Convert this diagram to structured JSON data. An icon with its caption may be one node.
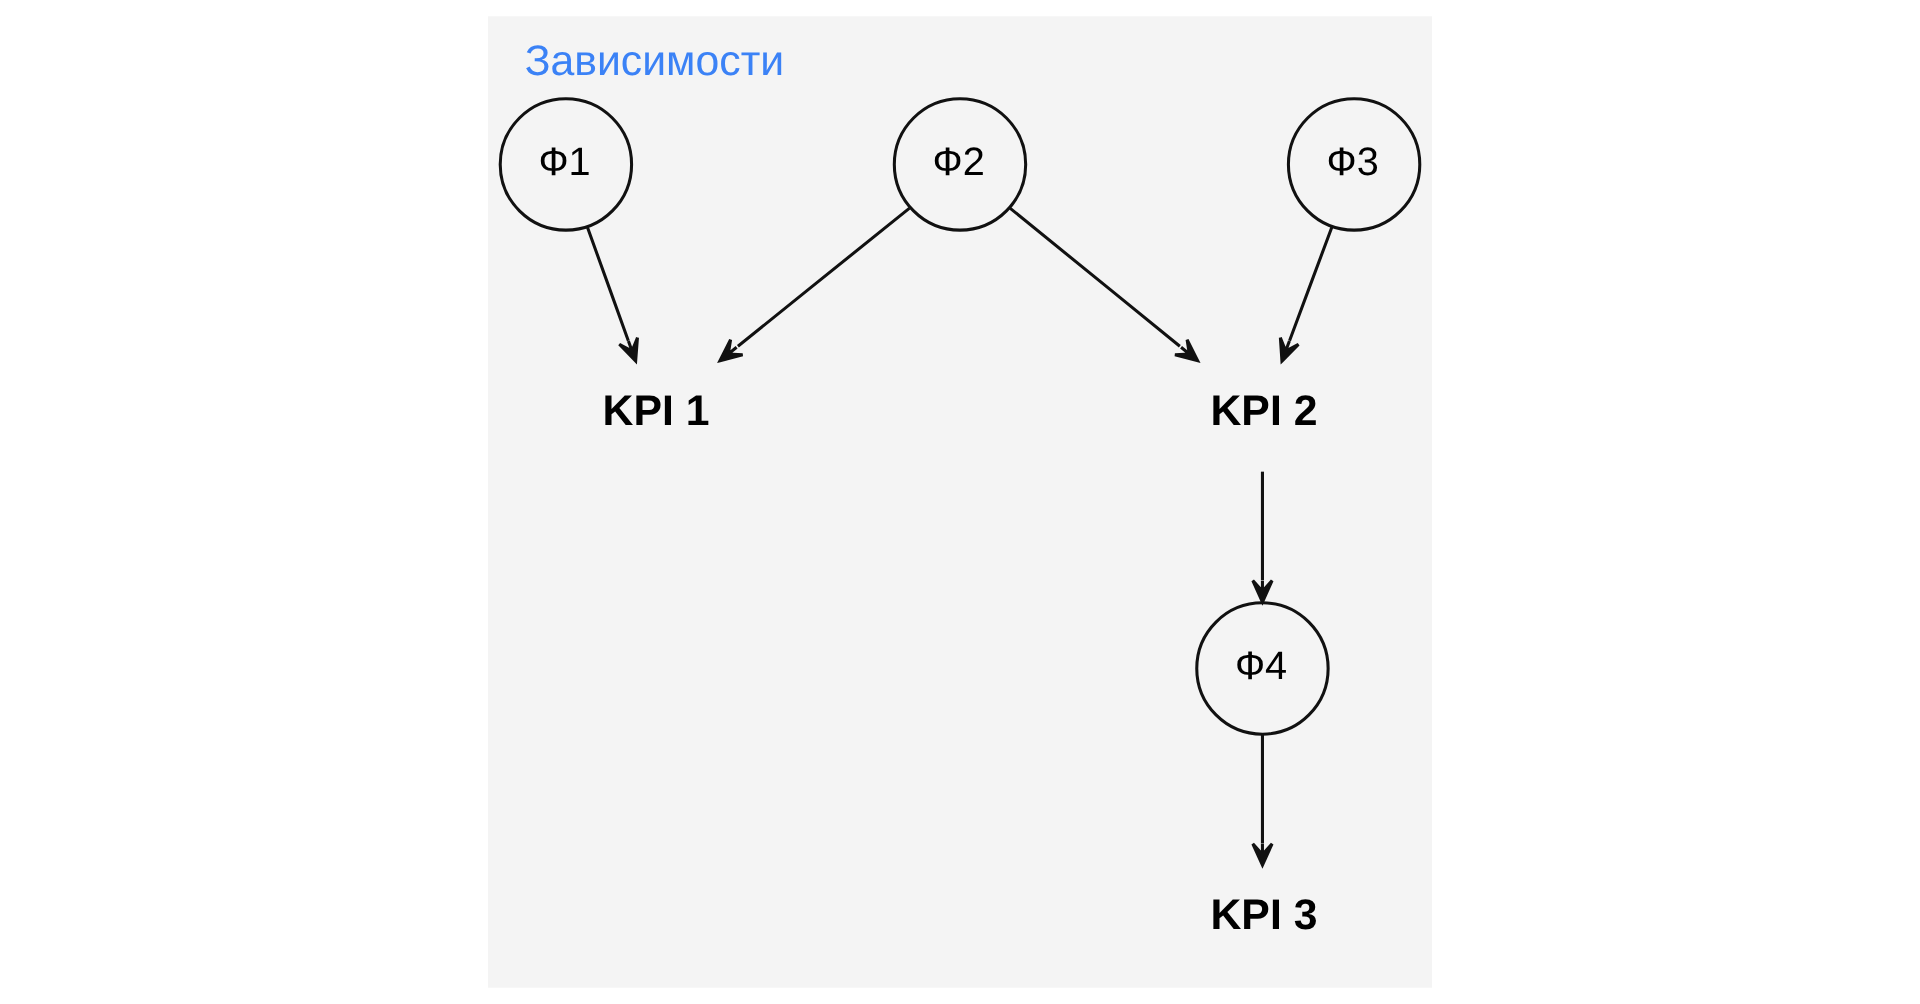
{
  "diagram": {
    "title": "Зависимости",
    "nodes": [
      {
        "text": [
          "Ф1"
        ]
      },
      {
        "text": [
          "Ф2"
        ]
      },
      {
        "text": [
          "Ф3"
        ]
      },
      {
        "text": [
          "KPI 1"
        ]
      },
      {
        "text": [
          "KPI 2"
        ]
      },
      {
        "text": [
          "Ф4"
        ]
      },
      {
        "text": [
          "KPI 3"
        ]
      }
    ],
    "edges": [
      {
        "from": 0,
        "to": 3,
        "arrow": "to"
      },
      {
        "from": 1,
        "to": 3,
        "arrow": "to"
      },
      {
        "from": 1,
        "to": 4,
        "arrow": "to"
      },
      {
        "from": 2,
        "to": 4,
        "arrow": "to"
      },
      {
        "from": 4,
        "to": 5,
        "arrow": "to"
      },
      {
        "from": 5,
        "to": 6,
        "arrow": "to"
      }
    ]
  }
}
